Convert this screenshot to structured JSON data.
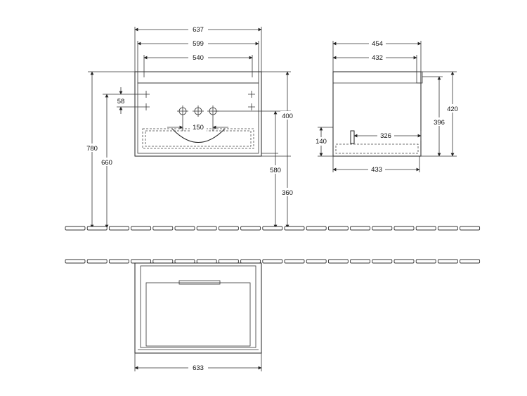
{
  "drawing": {
    "front_view": {
      "overall_width": "637",
      "inner_width": "599",
      "panel_width": "540",
      "total_height": "780",
      "top_height": "660",
      "cabinet_height": "400",
      "floor_to_bottom": "580",
      "floor_clearance": "360",
      "mount_offset": "58",
      "tap_spacing": "150"
    },
    "side_view": {
      "overall_depth": "454",
      "inner_depth": "432",
      "bottom_depth": "433",
      "overall_height": "420",
      "inner_height": "396",
      "drawer_height": "140",
      "drawer_depth": "326"
    },
    "top_view": {
      "width": "633"
    }
  }
}
